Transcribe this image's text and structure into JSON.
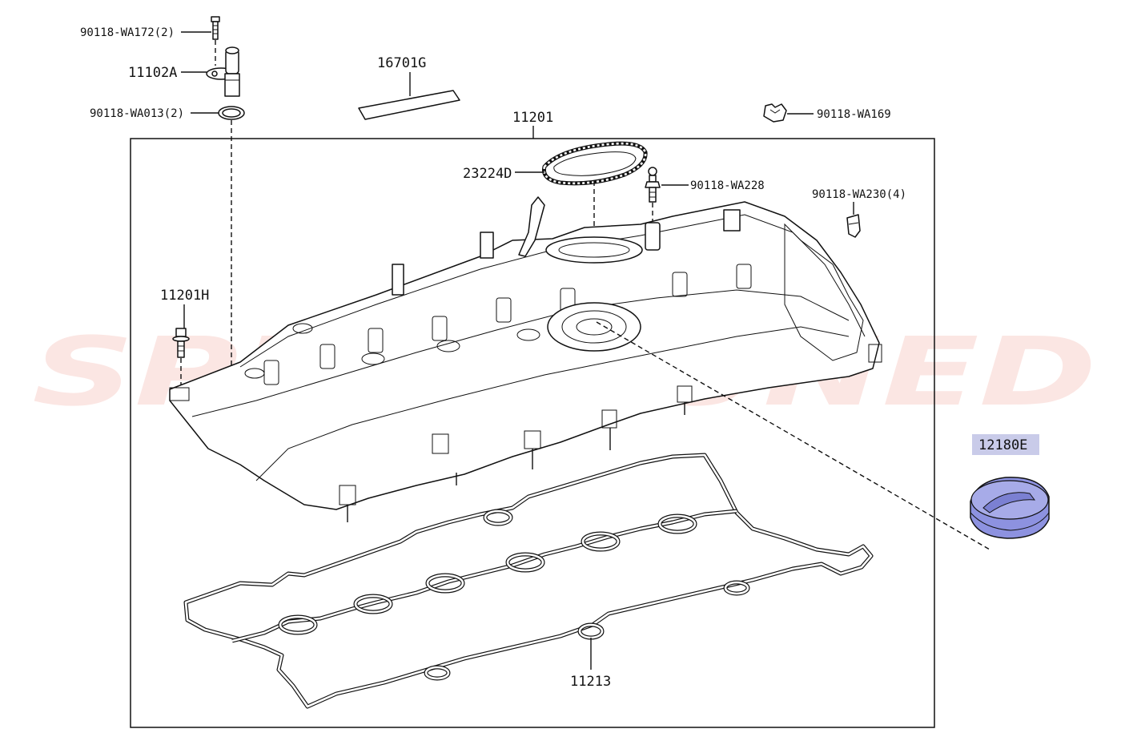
{
  "watermark": {
    "text": "SPEEDTUNED",
    "color": "#e8452d"
  },
  "callouts": {
    "p90118_wa172": "90118-WA172(2)",
    "p11102a": "11102A",
    "p90118_wa013": "90118-WA013(2)",
    "p16701g": "16701G",
    "p11201": "11201",
    "p90118_wa169": "90118-WA169",
    "p23224d": "23224D",
    "p90118_wa228": "90118-WA228",
    "p90118_wa230": "90118-WA230(4)",
    "p11201h": "11201H",
    "p12180e": "12180E",
    "p11213": "11213"
  },
  "colors": {
    "highlight_fill": "#c9cbe9",
    "cap_fill": "#8d92e0",
    "line": "#111111"
  }
}
